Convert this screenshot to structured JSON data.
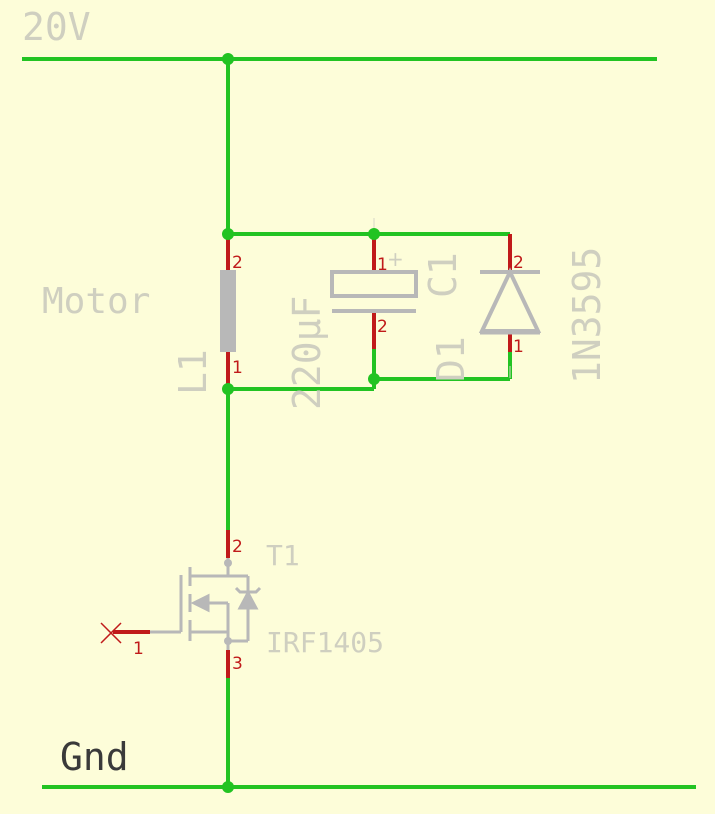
{
  "colors": {
    "background": "#fdfdd9",
    "wire": "#22c322",
    "pin": "#c01a1a",
    "part": "#b8b8b8",
    "label_faded": "#cfcfc0",
    "label_dark": "#3a3a3a",
    "junction": "#22c322"
  },
  "nets": {
    "supply": "20V",
    "ground": "Gnd"
  },
  "parts": {
    "inductor": {
      "ref": "L1",
      "value": "Motor",
      "pin_top": "2",
      "pin_bottom": "1"
    },
    "capacitor": {
      "ref": "C1",
      "value": "220µF",
      "polarity": "+",
      "pin_top": "1",
      "pin_bottom": "2"
    },
    "diode": {
      "ref": "D1",
      "value": "1N3595",
      "pin_top": "2",
      "pin_bottom": "1"
    },
    "mosfet": {
      "ref": "T1",
      "value": "IRF1405",
      "pin_drain": "2",
      "pin_gate": "1",
      "pin_source": "3"
    }
  },
  "icons": {
    "unconnected_pin": "x-mark-icon",
    "junction": "junction-dot-icon"
  }
}
